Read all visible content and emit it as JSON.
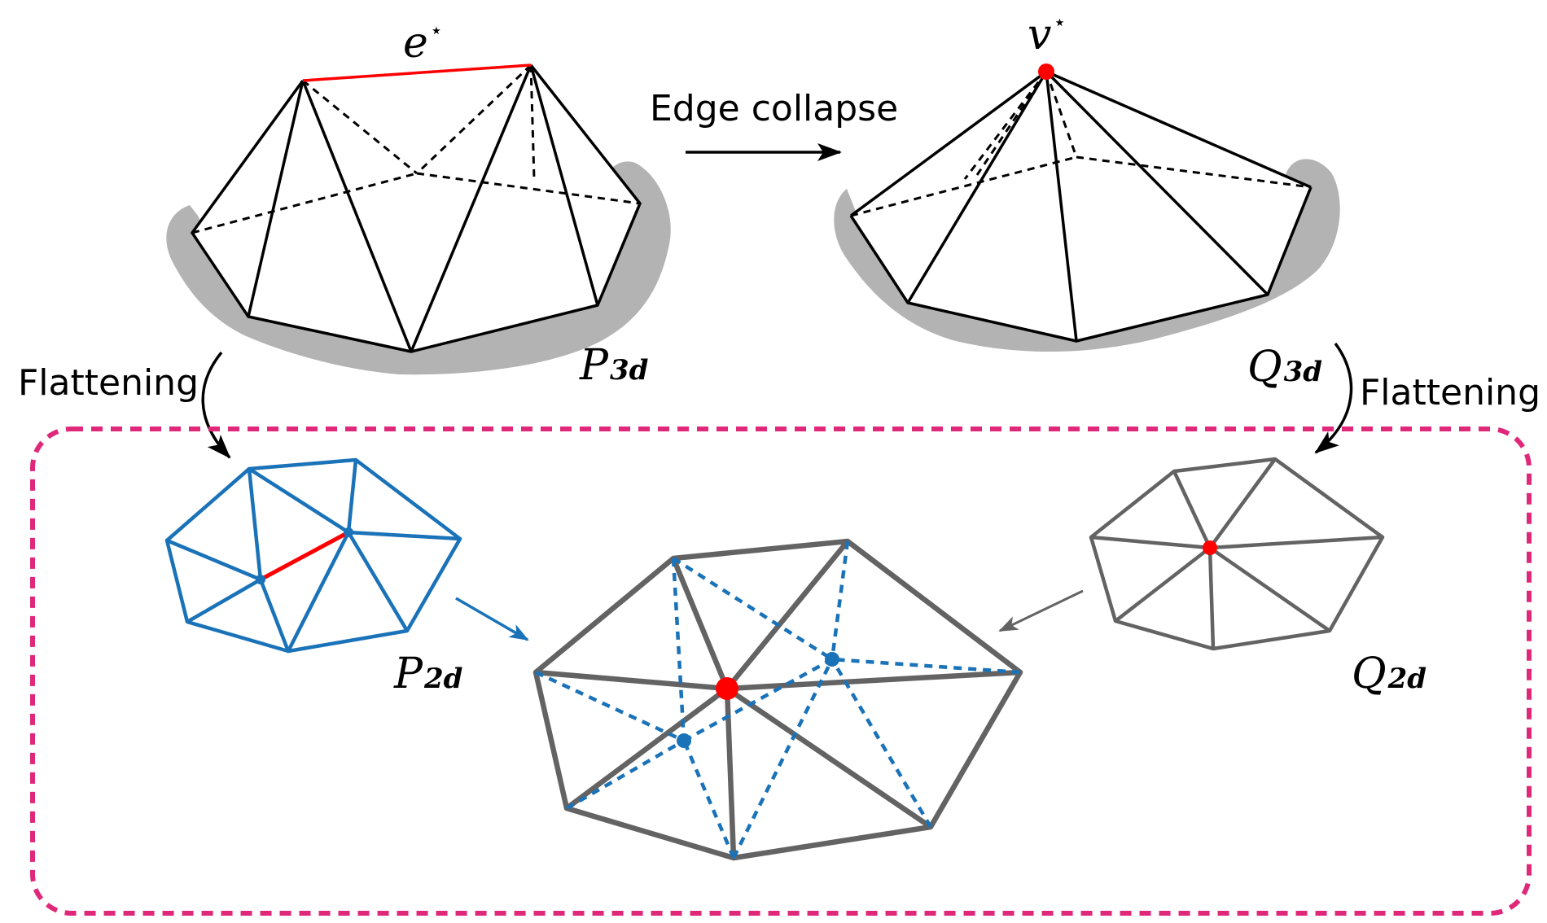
{
  "labels": {
    "edge_symbol": "e",
    "edge_star": "⋆",
    "vertex_symbol": "v",
    "vertex_star": "⋆",
    "edge_collapse": "Edge collapse",
    "flattening_left": "Flattening",
    "flattening_right": "Flattening",
    "p3d_main": "P",
    "p3d_sub": "3d",
    "q3d_main": "Q",
    "q3d_sub": "3d",
    "p2d_main": "P",
    "p2d_sub": "2d",
    "q2d_main": "Q",
    "q2d_sub": "2d"
  },
  "colors": {
    "mesh_3d": "#000000",
    "shadow": "#b3b3b3",
    "highlight": "#ff0000",
    "mesh_p2d": "#1a72b8",
    "mesh_gray": "#636363",
    "region_border": "#e0287a"
  }
}
